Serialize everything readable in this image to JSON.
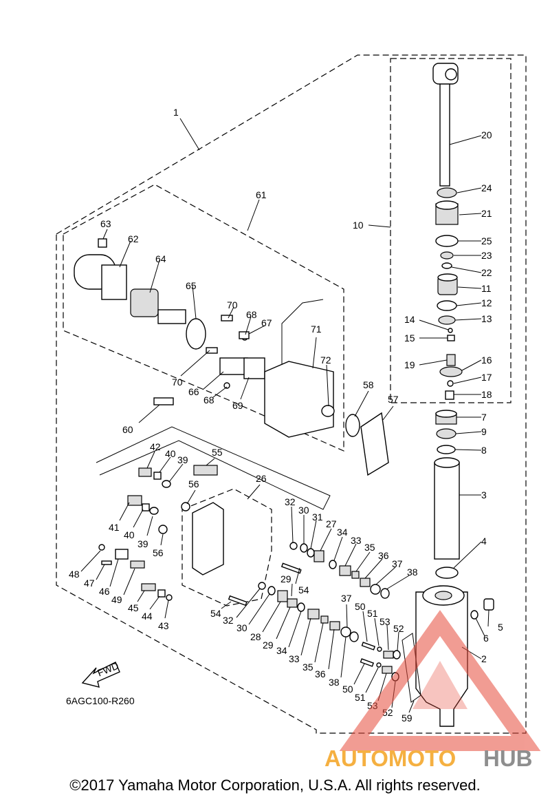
{
  "diagram": {
    "ref_code": "6AGC100-R260",
    "fwd_label": "FWD",
    "copyright": "©2017 Yamaha Motor Corporation, U.S.A. All rights reserved.",
    "watermark": {
      "part1": "AUTOMOTO",
      "part2": "HUB",
      "color1": "#f5b041",
      "color2": "#8e8e8e",
      "triangle_color": "#e74c3c"
    },
    "callouts": [
      "1",
      "2",
      "3",
      "4",
      "5",
      "6",
      "7",
      "8",
      "9",
      "10",
      "11",
      "12",
      "13",
      "14",
      "15",
      "16",
      "17",
      "18",
      "19",
      "20",
      "21",
      "22",
      "23",
      "24",
      "25",
      "26",
      "27",
      "28",
      "29",
      "29",
      "30",
      "30",
      "31",
      "32",
      "32",
      "33",
      "33",
      "34",
      "34",
      "35",
      "35",
      "36",
      "36",
      "37",
      "37",
      "38",
      "38",
      "39",
      "39",
      "40",
      "40",
      "41",
      "42",
      "43",
      "44",
      "45",
      "46",
      "47",
      "48",
      "49",
      "50",
      "50",
      "51",
      "51",
      "52",
      "52",
      "53",
      "53",
      "54",
      "54",
      "55",
      "56",
      "56",
      "57",
      "58",
      "59",
      "60",
      "61",
      "62",
      "63",
      "64",
      "65",
      "66",
      "67",
      "68",
      "68",
      "69",
      "70",
      "70",
      "71",
      "72"
    ]
  }
}
